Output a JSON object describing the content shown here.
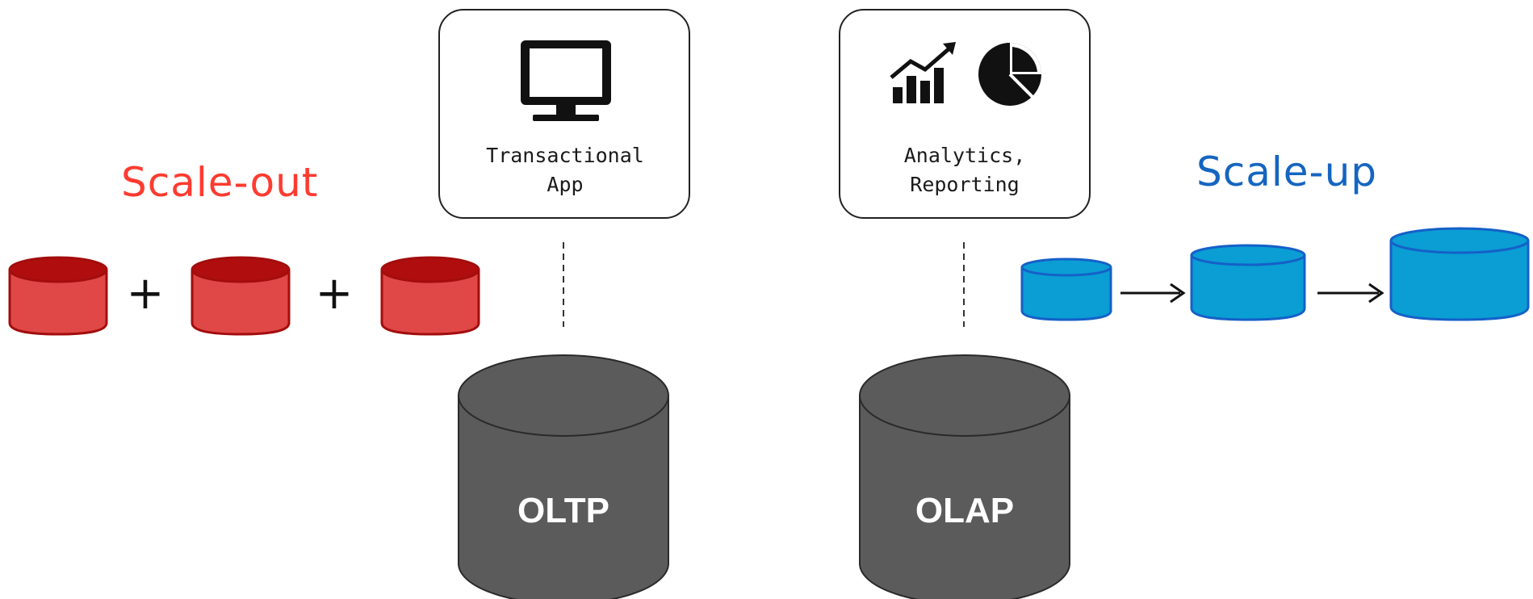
{
  "left_group": {
    "title": "Scale-out",
    "title_color": "#ff3b30",
    "plus_1": "+",
    "plus_2": "+",
    "node_color": "#e04848",
    "node_stroke": "#a30d0d"
  },
  "transactional_box": {
    "icon": "monitor-icon",
    "line_1": "Transactional",
    "line_2": "App"
  },
  "analytics_box": {
    "icons": [
      "bar-chart-trend-icon",
      "pie-chart-icon"
    ],
    "line_1": "Analytics,",
    "line_2": "Reporting"
  },
  "oltp_db": {
    "label": "OLTP",
    "color": "#5b5b5b"
  },
  "olap_db": {
    "label": "OLAP",
    "color": "#5b5b5b"
  },
  "right_group": {
    "title": "Scale-up",
    "title_color": "#1565c0",
    "node_color": "#0a9ed4",
    "node_stroke": "#1560c8"
  }
}
